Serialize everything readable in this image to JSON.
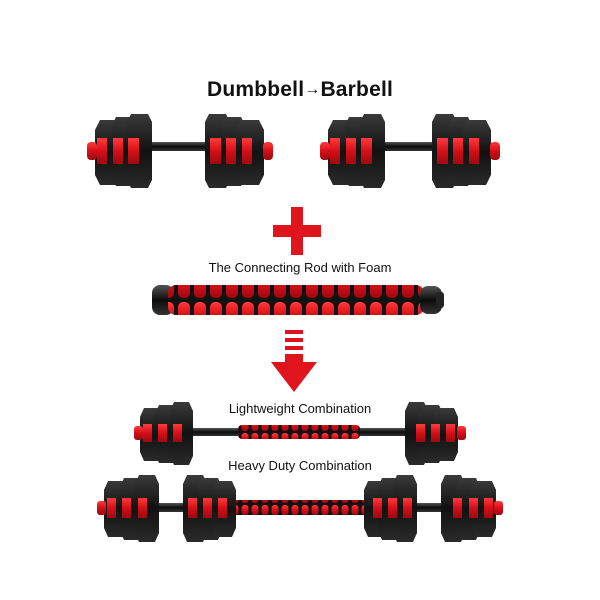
{
  "title": {
    "left": "Dumbbell",
    "arrow": "→",
    "right": "Barbell"
  },
  "rod_label": "The Connecting Rod with Foam",
  "light_label": "Lightweight Combination",
  "heavy_label": "Heavy Duty Combination",
  "colors": {
    "plate_black": "#1a1a1a",
    "accent_red": "#e0141c",
    "rod_black": "#111111"
  },
  "icons": {
    "plus": "plus-icon",
    "arrow": "down-arrow-icon"
  }
}
